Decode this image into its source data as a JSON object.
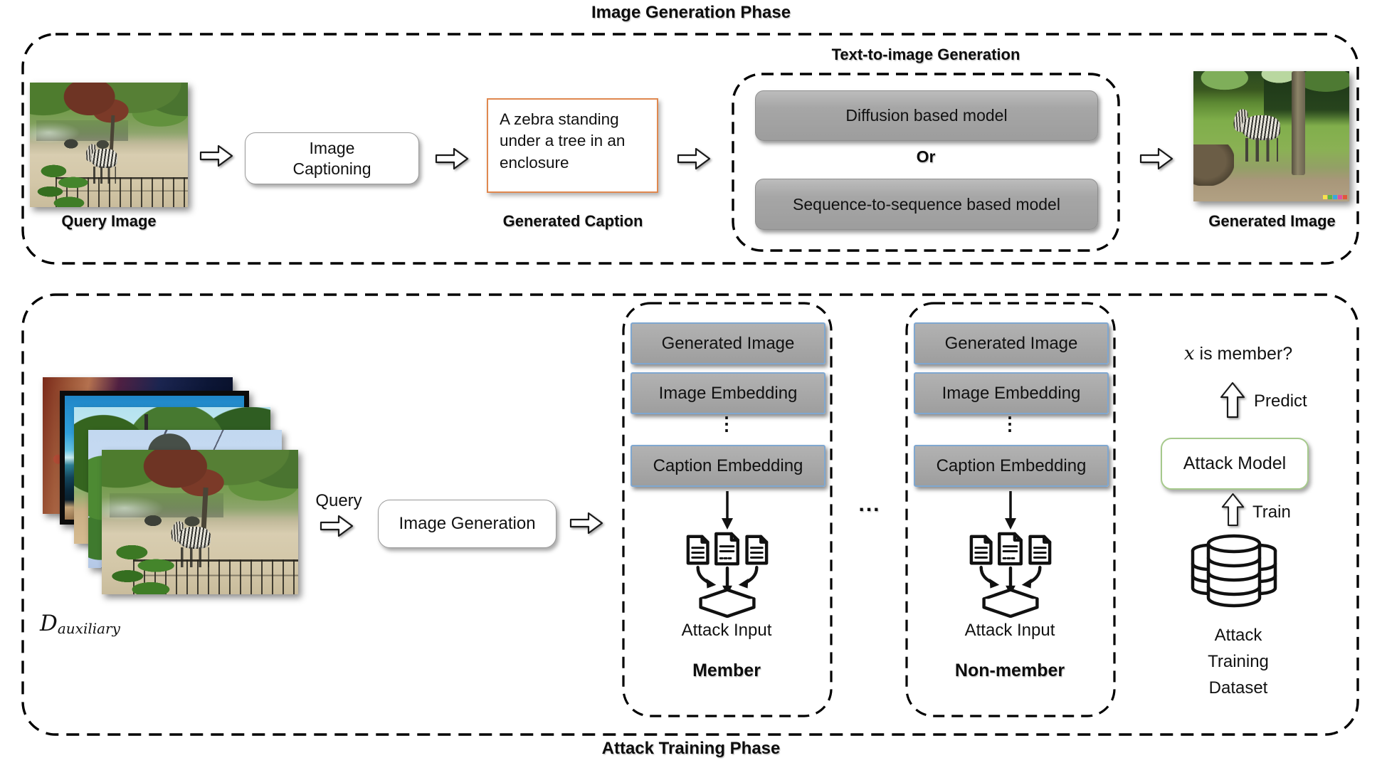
{
  "colors": {
    "model_box_gray": "#a6a6a6",
    "embed_border_blue": "#7fa7d0",
    "caption_border_orange": "#e0884f",
    "attack_model_border_green": "#a6c98c",
    "dash_black": "#000000"
  },
  "top": {
    "phase_title": "Image Generation Phase",
    "query_image_label": "Query Image",
    "captioning_label": "Image Captioning",
    "caption_text": "A zebra standing under a tree in an enclosure",
    "generated_caption_label": "Generated Caption",
    "t2i_title": "Text-to-image Generation",
    "diffusion_label": "Diffusion based model",
    "or_label": "Or",
    "seq2seq_label": "Sequence-to-sequence based model",
    "generated_image_label": "Generated Image"
  },
  "bottom": {
    "phase_title": "Attack Training Phase",
    "aux_d": "D",
    "aux_sub": "auxiliary",
    "query_label": "Query",
    "image_generation_label": "Image Generation",
    "ellipsis": "...",
    "member": {
      "box1": "Generated Image",
      "box2": "Image Embedding",
      "dots": "⋮",
      "box3": "Caption Embedding",
      "attack_input": "Attack Input",
      "label": "Member"
    },
    "non_member": {
      "box1": "Generated Image",
      "box2": "Image Embedding",
      "dots": "⋮",
      "box3": "Caption Embedding",
      "attack_input": "Attack Input",
      "label": "Non-member"
    },
    "right": {
      "question_x": "x",
      "question_rest": " is member?",
      "predict": "Predict",
      "attack_model": "Attack Model",
      "train": "Train",
      "dataset_line1": "Attack",
      "dataset_line2": "Training",
      "dataset_line3": "Dataset"
    }
  },
  "icons": {
    "flow_arrow": "block-arrow-icon",
    "attack_input": "documents-to-tray-icon",
    "dataset": "database-icon"
  }
}
